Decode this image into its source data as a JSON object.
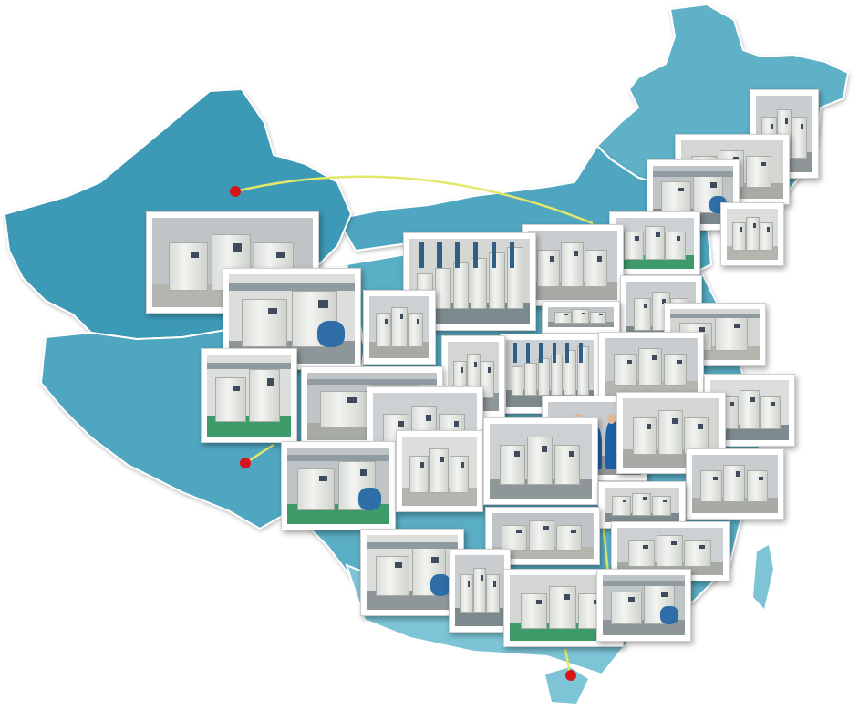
{
  "colors": {
    "map_fill": "#4fa6c0",
    "map_dark": "#3d97b3",
    "map_light": "#7cc4d6",
    "route_line": "#e2e86a",
    "marker": "#d7141a",
    "photo_frame": "#ffffff"
  },
  "map": {
    "markers": [
      {
        "name": "marker-northwest"
      },
      {
        "name": "marker-southwest"
      },
      {
        "name": "marker-south-island"
      }
    ]
  },
  "photos": [
    {
      "name": "photo-1"
    },
    {
      "name": "photo-2"
    },
    {
      "name": "photo-3"
    },
    {
      "name": "photo-4"
    },
    {
      "name": "photo-5"
    },
    {
      "name": "photo-6"
    },
    {
      "name": "photo-7"
    },
    {
      "name": "photo-8"
    },
    {
      "name": "photo-9"
    },
    {
      "name": "photo-10"
    },
    {
      "name": "photo-11"
    },
    {
      "name": "photo-12"
    },
    {
      "name": "photo-13"
    },
    {
      "name": "photo-14"
    },
    {
      "name": "photo-15"
    },
    {
      "name": "photo-16"
    },
    {
      "name": "photo-17"
    },
    {
      "name": "photo-18"
    },
    {
      "name": "photo-19"
    },
    {
      "name": "photo-20"
    },
    {
      "name": "photo-21"
    },
    {
      "name": "photo-22"
    },
    {
      "name": "photo-23"
    },
    {
      "name": "photo-24"
    },
    {
      "name": "photo-25"
    },
    {
      "name": "photo-26"
    },
    {
      "name": "photo-27"
    },
    {
      "name": "photo-28"
    },
    {
      "name": "photo-29"
    },
    {
      "name": "photo-30"
    }
  ]
}
